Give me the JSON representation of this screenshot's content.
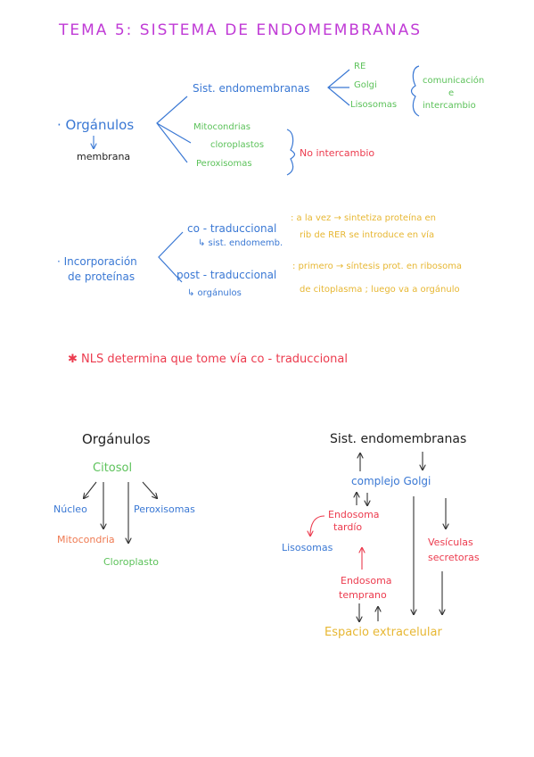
{
  "title": "TEMA 5: SISTEMA DE ENDOMEMBRANAS",
  "section1": {
    "organulos": "· Orgánulos",
    "membrana": "membrana",
    "sist_endomembranas": "Sist. endomembranas",
    "re": "RE",
    "golgi": "Golgi",
    "lisosomas": "Lisosomas",
    "comunicacion": "comunicación",
    "comunicacion_e": "e",
    "intercambio": "intercambio",
    "mitocondrias": "Mitocondrias",
    "cloroplastos": "cloroplastos",
    "peroxisomas": "Peroxisomas",
    "no_intercambio": "No intercambio"
  },
  "section2": {
    "incorporacion": "· Incorporación",
    "de_proteinas": "de proteínas",
    "co_traduccional": "co - traduccional",
    "co_line1": ": a la vez → sintetiza proteína en",
    "co_line2": "rib de RER se introduce en vía",
    "sist_endomemb": "↳ sist. endomemb.",
    "post_traduccional": "post - traduccional",
    "post_line1": ": primero → síntesis prot. en ribosoma",
    "post_line2": "de citoplasma ; luego va a orgánulo",
    "organulos_arrow": "↳ orgánulos"
  },
  "note": "✱ NLS determina que tome vía co - traduccional",
  "diagram_left": {
    "organulos": "Orgánulos",
    "citosol": "Citosol",
    "nucleo": "Núcleo",
    "peroxisomas": "Peroxisomas",
    "mitocondria": "Mitocondria",
    "cloroplasto": "Cloroplasto"
  },
  "diagram_right": {
    "sist_endomembranas": "Sist. endomembranas",
    "complejo_golgi": "complejo Golgi",
    "endosoma_tardio_1": "Endosoma",
    "endosoma_tardio_2": "tardío",
    "lisosomas": "Lisosomas",
    "vesiculas_1": "Vesículas",
    "vesiculas_2": "secretoras",
    "endosoma_temprano_1": "Endosoma",
    "endosoma_temprano_2": "temprano",
    "espacio_extracelular": "Espacio extracelular"
  }
}
